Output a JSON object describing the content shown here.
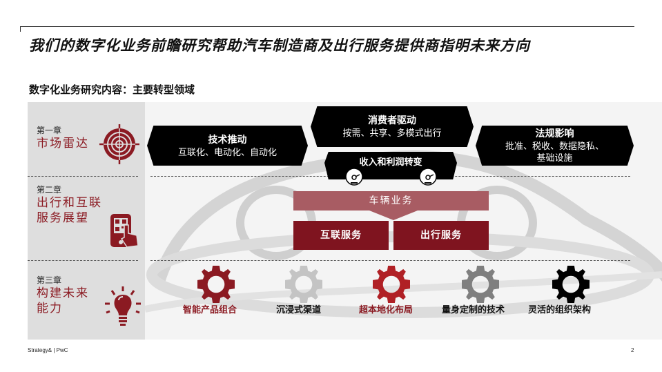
{
  "header": {
    "title": "我们的数字化业务前瞻研究帮助汽车制造商及出行服务提供商指明未来方向",
    "subtitle": "数字化业务研究内容：主要转型领域"
  },
  "chapters": [
    {
      "num": "第一章",
      "name_lines": [
        "市场雷达"
      ],
      "icon": "target-radar-icon"
    },
    {
      "num": "第二章",
      "name_lines": [
        "出行和互联",
        "服务展望"
      ],
      "icon": "phone-qr-tap-icon"
    },
    {
      "num": "第三章",
      "name_lines": [
        "构建未来",
        "能力"
      ],
      "icon": "lightbulb-icon"
    }
  ],
  "drivers": [
    {
      "title": "技术推动",
      "desc": "互联化、电动化、自动化"
    },
    {
      "title": "消费者驱动",
      "desc": "按需、共享、多模式出行"
    },
    {
      "title": "法规影响",
      "desc_lines": [
        "批准、税收、数据隐私、",
        "基础设施"
      ]
    }
  ],
  "revenue_shift": "收入和利润转变",
  "vehicle_business": "车辆业务",
  "services": [
    "互联服务",
    "出行服务"
  ],
  "capabilities": [
    {
      "label": "智能产品组合",
      "color": "#8b1a22"
    },
    {
      "label": "沉浸式渠道",
      "color": "#c4c4c4"
    },
    {
      "label": "超本地化布局",
      "color": "#b02025"
    },
    {
      "label": "量身定制的技术",
      "color": "#7f7f7f"
    },
    {
      "label": "灵活的组织架构",
      "color": "#000000"
    }
  ],
  "colors": {
    "accent": "#8b1a22",
    "vehicle": "#a85c63",
    "service": "#7f141f"
  },
  "footer": {
    "brand": "Strategy& | PwC",
    "page": "2"
  }
}
